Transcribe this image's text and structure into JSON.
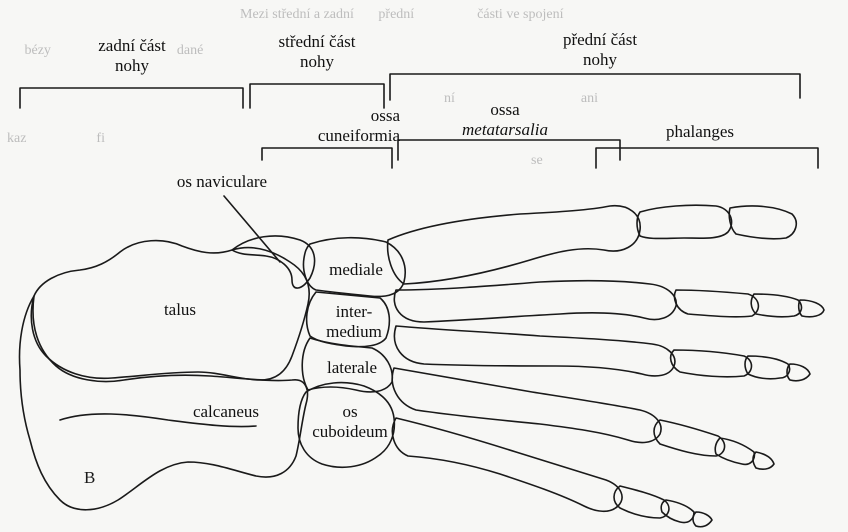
{
  "regions": {
    "hindfoot": [
      "zadní část",
      "nohy"
    ],
    "midfoot": [
      "střední část",
      "nohy"
    ],
    "forefoot": [
      "přední část",
      "nohy"
    ]
  },
  "groups": {
    "ossa_cuneiformia": [
      "ossa",
      "cuneiformia"
    ],
    "ossa_metatarsalia": [
      "ossa",
      "metatarsalia"
    ],
    "phalanges": "phalanges"
  },
  "bones": {
    "os_naviculare": "os naviculare",
    "talus": "talus",
    "calcaneus": "calcaneus",
    "os_cuboideum": [
      "os",
      "cuboideum"
    ],
    "mediale": "mediale",
    "intermedium": [
      "inter-",
      "medium"
    ],
    "laterale": "laterale"
  },
  "figure_letter": "B"
}
